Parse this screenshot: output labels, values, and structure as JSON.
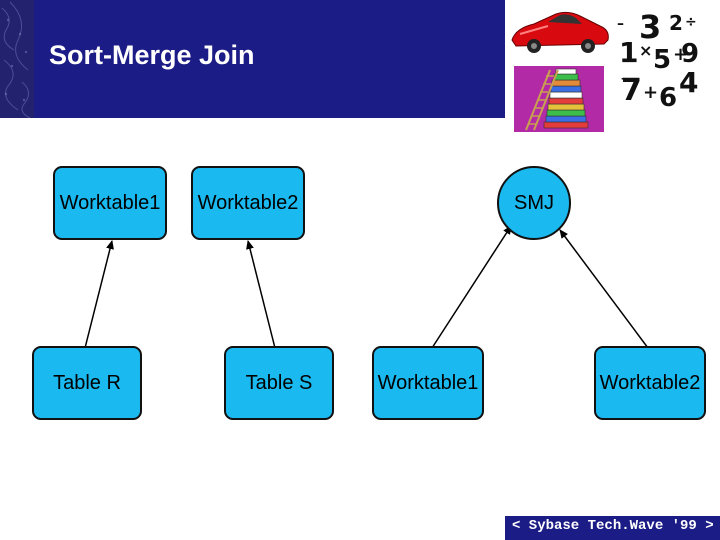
{
  "slide": {
    "title": "Sort-Merge Join",
    "footer": "< Sybase Tech.Wave '99 >"
  },
  "diagram": {
    "tree_left": {
      "parent_1": "Worktable1",
      "parent_2": "Worktable2",
      "child_1": "Table R",
      "child_2": "Table S"
    },
    "tree_right": {
      "root": "SMJ",
      "child_1": "Worktable1",
      "child_2": "Worktable2"
    }
  },
  "colors": {
    "header": "#1c1c86",
    "node_fill": "#1ab9f0",
    "node_border": "#111111"
  },
  "icons": [
    "red-sports-car-icon",
    "math-numbers-icon",
    "stacked-books-icon"
  ]
}
